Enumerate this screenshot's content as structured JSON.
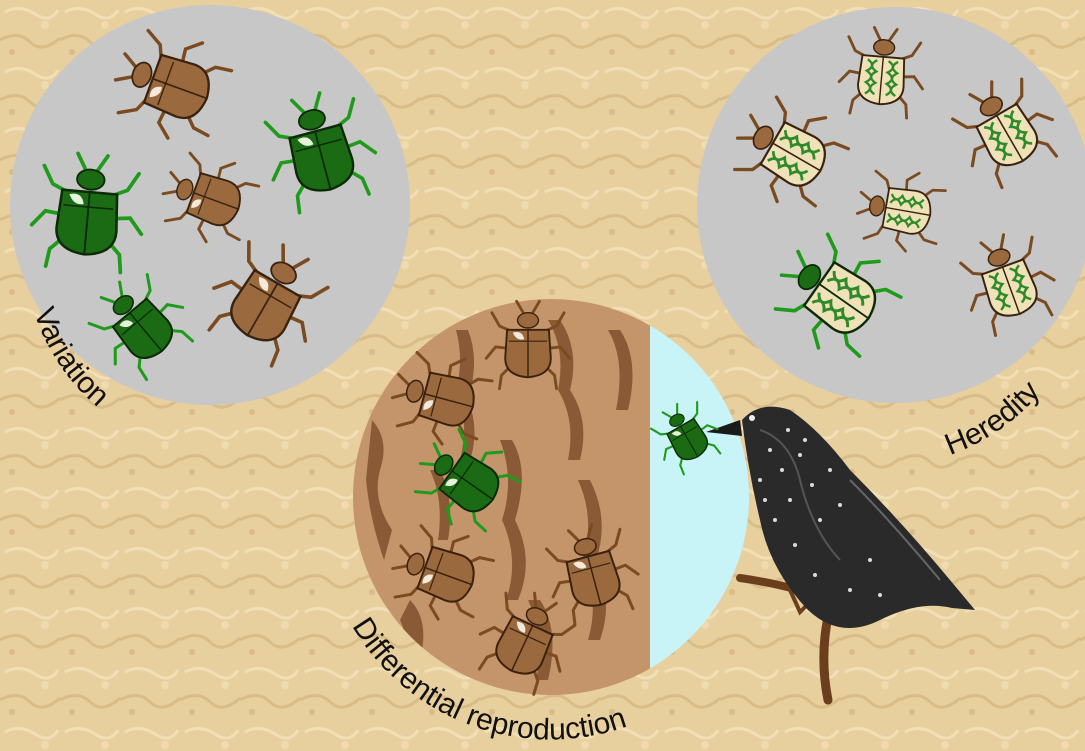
{
  "labels": {
    "variation": "Variation",
    "heredity": "Heredity",
    "differential": "Differential reproduction"
  },
  "colors": {
    "background": "#e8cf9e",
    "circle_grey": "#c7c7c7",
    "bark": "#c4946a",
    "bark_dark": "#8a5a36",
    "sky": "#c8f4f8",
    "beetle_brown": "#9a6a3e",
    "beetle_green": "#1a6b14",
    "leg_brown": "#7a4a20",
    "leg_green": "#1f9a1a",
    "bird": "#2a2a2a"
  },
  "icons": {
    "variation_panel": "beetle-population-icon",
    "heredity_panel": "beetle-dna-icon",
    "differential_panel": "bird-predation-icon"
  }
}
